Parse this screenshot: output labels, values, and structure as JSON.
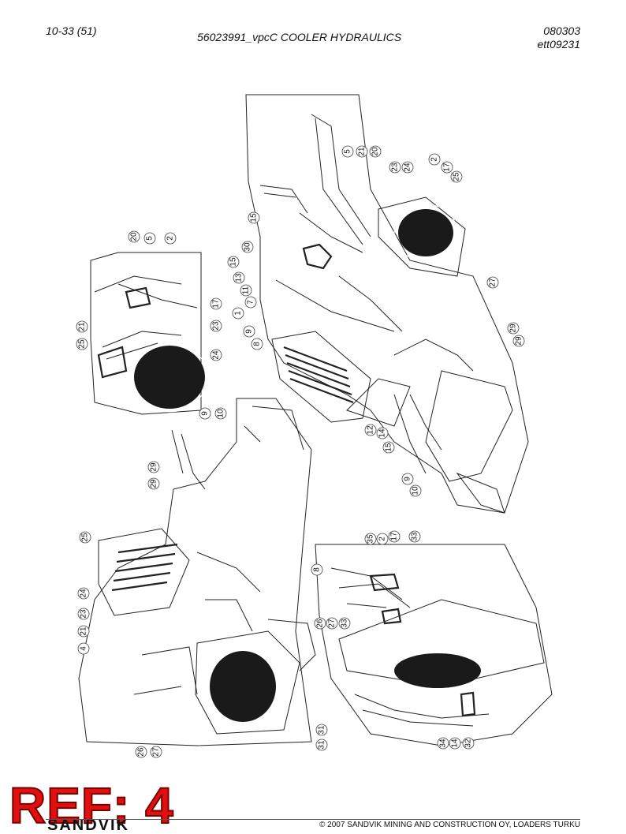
{
  "header": {
    "page": "10-33 (51)",
    "title": "56023991_vpcC COOLER HYDRAULICS",
    "date": "080303",
    "drawing_id": "ett09231"
  },
  "views": {
    "top_right": {
      "labels": [
        "5",
        "21",
        "20",
        "23",
        "24",
        "2",
        "17",
        "25",
        "15",
        "30",
        "15",
        "13",
        "11",
        "7",
        "1",
        "9",
        "8",
        "27",
        "29",
        "29",
        "12",
        "14",
        "15",
        "9",
        "10"
      ]
    },
    "top_left": {
      "labels": [
        "20",
        "5",
        "2",
        "17",
        "21",
        "23",
        "25",
        "24"
      ]
    },
    "bottom_left": {
      "labels": [
        "9",
        "10",
        "29",
        "29",
        "25",
        "8",
        "24",
        "23",
        "21",
        "4",
        "26",
        "27"
      ]
    },
    "bottom_right": {
      "labels": [
        "35",
        "2",
        "17",
        "33",
        "26",
        "27",
        "33",
        "31",
        "31",
        "34",
        "14",
        "32"
      ]
    }
  },
  "ref_stamp": "REF: 4",
  "brand": "SANDVIK",
  "footer": {
    "copyright": "© 2007 SANDVIK MINING AND CONSTRUCTION OY, LOADERS TURKU"
  },
  "colors": {
    "stamp": "#e01010",
    "ink": "#111111"
  }
}
